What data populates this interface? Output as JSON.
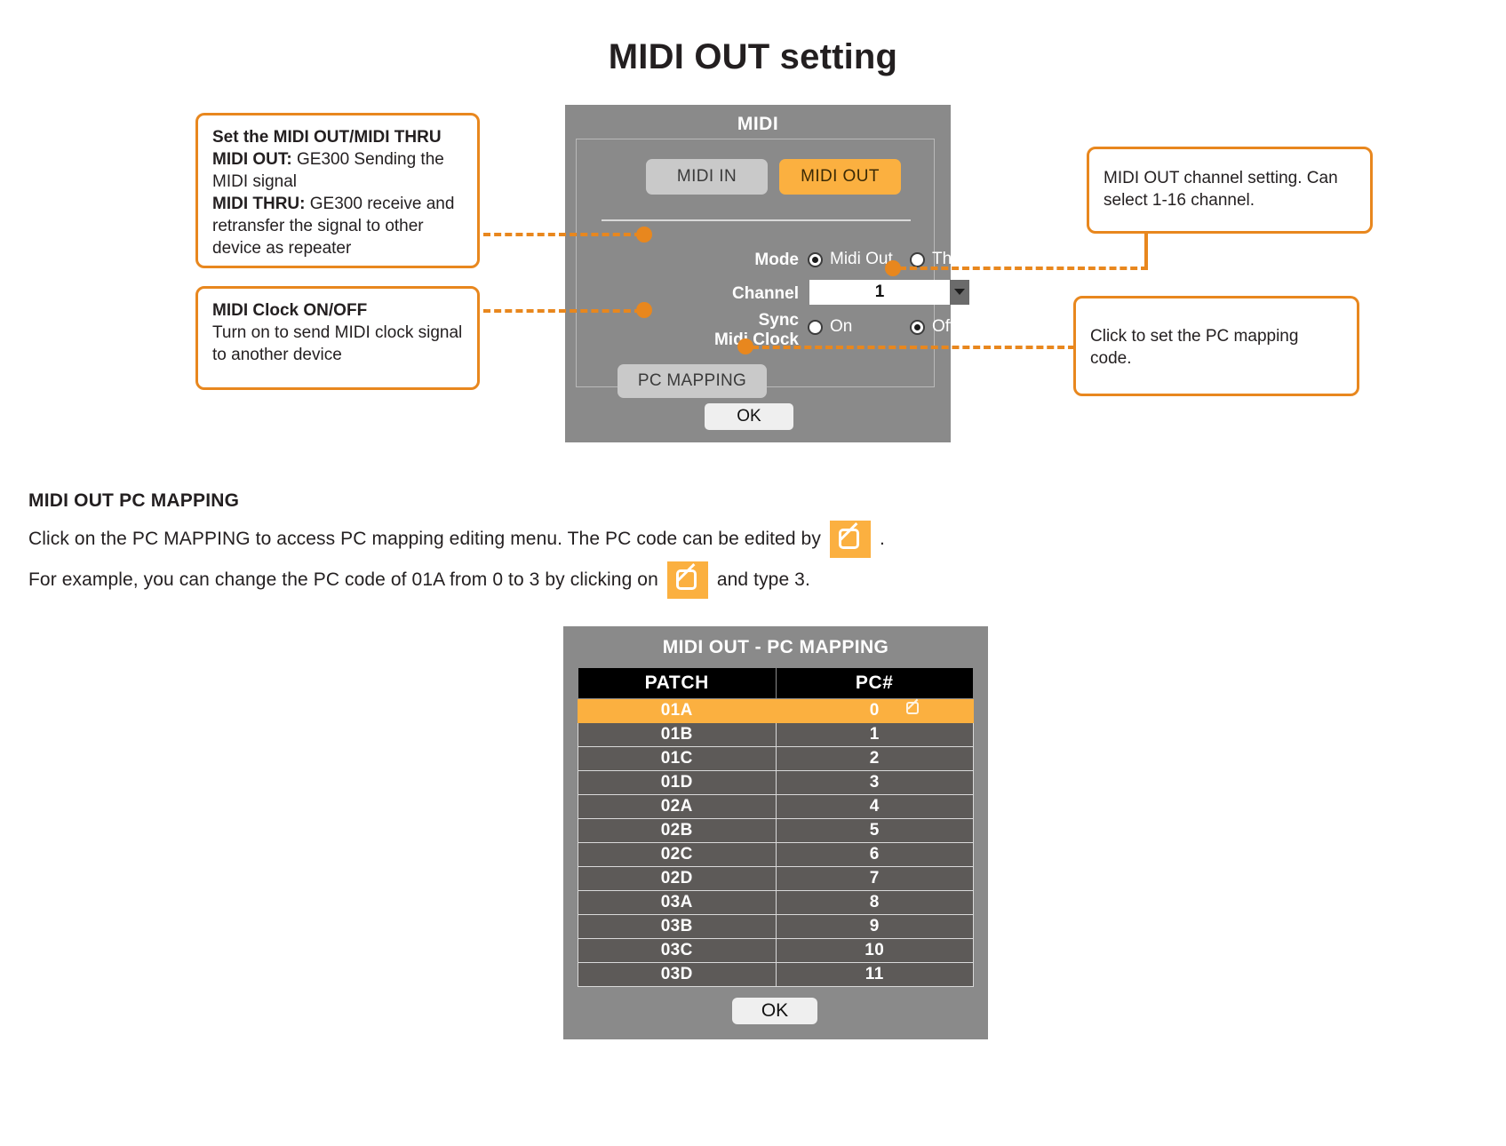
{
  "page": {
    "title": "MIDI OUT setting"
  },
  "midi_dialog": {
    "title": "MIDI",
    "tabs": [
      {
        "label": "MIDI IN",
        "active": false
      },
      {
        "label": "MIDI OUT",
        "active": true
      }
    ],
    "mode": {
      "label": "Mode",
      "options": [
        {
          "label": "Midi Out",
          "selected": true
        },
        {
          "label": "Thru",
          "selected": false
        }
      ]
    },
    "channel": {
      "label": "Channel",
      "value": "1"
    },
    "sync": {
      "label_line1": "Sync",
      "label_line2": "Midi Clock",
      "options": [
        {
          "label": "On",
          "selected": false
        },
        {
          "label": "Off",
          "selected": true
        }
      ]
    },
    "pc_mapping_button": "PC MAPPING",
    "ok_button": "OK"
  },
  "callouts": {
    "mode": {
      "heading": "Set the MIDI OUT/MIDI THRU",
      "line1_bold": "MIDI OUT:",
      "line1_text": " GE300 Sending the MIDI signal",
      "line2_bold": "MIDI THRU:",
      "line2_text": " GE300 receive and retransfer the signal to other device as repeater"
    },
    "clock": {
      "heading": "MIDI Clock ON/OFF",
      "body": "Turn on to send MIDI clock signal to another device"
    },
    "channel": {
      "body": "MIDI OUT channel setting. Can select 1-16 channel."
    },
    "pc_mapping": {
      "body": "Click to set the PC mapping code."
    }
  },
  "section": {
    "heading": "MIDI OUT PC MAPPING",
    "line1_before": "Click on the PC MAPPING to access PC mapping editing menu. The PC code can be edited by",
    "line1_after": ".",
    "line2_before": "For example, you can change the PC code of 01A from 0 to 3 by clicking on",
    "line2_after": "and type 3."
  },
  "pc_mapping_dialog": {
    "title": "MIDI OUT - PC MAPPING",
    "columns": [
      "PATCH",
      "PC#"
    ],
    "rows": [
      {
        "patch": "01A",
        "pc": "0",
        "selected": true
      },
      {
        "patch": "01B",
        "pc": "1",
        "selected": false
      },
      {
        "patch": "01C",
        "pc": "2",
        "selected": false
      },
      {
        "patch": "01D",
        "pc": "3",
        "selected": false
      },
      {
        "patch": "02A",
        "pc": "4",
        "selected": false
      },
      {
        "patch": "02B",
        "pc": "5",
        "selected": false
      },
      {
        "patch": "02C",
        "pc": "6",
        "selected": false
      },
      {
        "patch": "02D",
        "pc": "7",
        "selected": false
      },
      {
        "patch": "03A",
        "pc": "8",
        "selected": false
      },
      {
        "patch": "03B",
        "pc": "9",
        "selected": false
      },
      {
        "patch": "03C",
        "pc": "10",
        "selected": false
      },
      {
        "patch": "03D",
        "pc": "11",
        "selected": false
      }
    ],
    "ok_button": "OK"
  },
  "colors": {
    "accent_orange": "#e8871e",
    "highlight_orange": "#fbb040",
    "dialog_gray": "#8a8a8a",
    "row_gray": "#5d5a58",
    "header_black": "#000000"
  }
}
